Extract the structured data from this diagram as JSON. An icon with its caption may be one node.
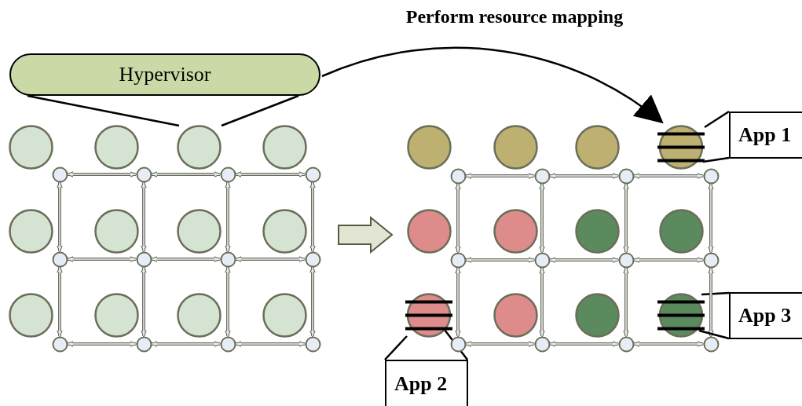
{
  "diagram": {
    "title": "Perform resource mapping",
    "nodes": [
      {
        "text": [
          "Hypervisor"
        ]
      },
      {
        "text": [],
        "shape": "circle"
      },
      {
        "text": [],
        "shape": "circle"
      },
      {
        "text": [],
        "shape": "circle"
      },
      {
        "text": [],
        "shape": "circle"
      },
      {
        "text": [],
        "shape": "circle"
      },
      {
        "text": [],
        "shape": "circle"
      },
      {
        "text": [],
        "shape": "circle"
      },
      {
        "text": [],
        "shape": "circle"
      },
      {
        "text": [],
        "shape": "circle"
      },
      {
        "text": [],
        "shape": "circle"
      },
      {
        "text": [],
        "shape": "circle"
      },
      {
        "text": [],
        "shape": "circle"
      },
      {
        "text": [],
        "shape": "circle"
      },
      {
        "text": [],
        "shape": "circle"
      },
      {
        "text": [],
        "shape": "circle"
      },
      {
        "text": [],
        "shape": "circle"
      },
      {
        "text": [],
        "shape": "circle"
      },
      {
        "text": [],
        "shape": "circle"
      },
      {
        "text": [],
        "shape": "circle"
      },
      {
        "text": [],
        "shape": "circle"
      },
      {
        "text": [],
        "shape": "circle"
      },
      {
        "text": [],
        "shape": "circle"
      },
      {
        "text": [],
        "shape": "circle"
      },
      {
        "text": [],
        "shape": "circle"
      },
      {
        "text": [],
        "shape": "circle"
      },
      {
        "text": [],
        "shape": "circle"
      },
      {
        "text": [],
        "shape": "circle"
      },
      {
        "text": [],
        "shape": "circle"
      },
      {
        "text": [],
        "shape": "circle"
      },
      {
        "text": [],
        "shape": "circle"
      },
      {
        "text": [],
        "shape": "circle"
      },
      {
        "text": [],
        "shape": "circle"
      },
      {
        "text": [],
        "shape": "circle"
      },
      {
        "text": [],
        "shape": "circle"
      },
      {
        "text": [],
        "shape": "circle"
      },
      {
        "text": [],
        "shape": "circle"
      },
      {
        "text": [],
        "shape": "circle"
      },
      {
        "text": [],
        "shape": "circle"
      },
      {
        "text": [],
        "shape": "circle"
      },
      {
        "text": [],
        "shape": "circle"
      },
      {
        "text": [],
        "shape": "circle"
      },
      {
        "text": [],
        "shape": "circle"
      },
      {
        "text": [],
        "shape": "circle"
      },
      {
        "text": [],
        "shape": "circle"
      },
      {
        "text": [],
        "shape": "circle"
      },
      {
        "text": [],
        "shape": "circle"
      },
      {
        "text": [],
        "shape": "circle"
      },
      {
        "text": [],
        "shape": "circle"
      },
      {
        "text": [
          "App 1"
        ]
      },
      {
        "text": [
          "App 2"
        ]
      },
      {
        "text": [
          "App 3"
        ]
      }
    ],
    "edges": [
      {
        "from": 0,
        "to": 3,
        "arrow": "none",
        "color": "#000000"
      },
      {
        "from": 0,
        "to": 28,
        "arrow": "to",
        "color": "#000000"
      },
      {
        "from": 49,
        "to": 28,
        "arrow": "none",
        "color": "#000000"
      },
      {
        "from": 50,
        "to": 33,
        "arrow": "none",
        "color": "#000000"
      },
      {
        "from": 51,
        "to": 36,
        "arrow": "none",
        "color": "#000000"
      },
      {
        "from": 13,
        "to": 14,
        "arrow": "both"
      },
      {
        "from": 14,
        "to": 15,
        "arrow": "both"
      },
      {
        "from": 15,
        "to": 16,
        "arrow": "both"
      },
      {
        "from": 17,
        "to": 18,
        "arrow": "both"
      },
      {
        "from": 18,
        "to": 19,
        "arrow": "both"
      },
      {
        "from": 19,
        "to": 20,
        "arrow": "both"
      },
      {
        "from": 21,
        "to": 22,
        "arrow": "both"
      },
      {
        "from": 22,
        "to": 23,
        "arrow": "both"
      },
      {
        "from": 23,
        "to": 24,
        "arrow": "both"
      },
      {
        "from": 13,
        "to": 17,
        "arrow": "both"
      },
      {
        "from": 14,
        "to": 18,
        "arrow": "both"
      },
      {
        "from": 15,
        "to": 19,
        "arrow": "both"
      },
      {
        "from": 16,
        "to": 20,
        "arrow": "both"
      },
      {
        "from": 17,
        "to": 21,
        "arrow": "both"
      },
      {
        "from": 18,
        "to": 22,
        "arrow": "both"
      },
      {
        "from": 19,
        "to": 23,
        "arrow": "both"
      },
      {
        "from": 20,
        "to": 24,
        "arrow": "both"
      },
      {
        "from": 37,
        "to": 38,
        "arrow": "both"
      },
      {
        "from": 38,
        "to": 39,
        "arrow": "both"
      },
      {
        "from": 39,
        "to": 40,
        "arrow": "both"
      },
      {
        "from": 41,
        "to": 42,
        "arrow": "both"
      },
      {
        "from": 42,
        "to": 43,
        "arrow": "both"
      },
      {
        "from": 43,
        "to": 44,
        "arrow": "both"
      },
      {
        "from": 45,
        "to": 46,
        "arrow": "both"
      },
      {
        "from": 46,
        "to": 47,
        "arrow": "both"
      },
      {
        "from": 47,
        "to": 48,
        "arrow": "both"
      },
      {
        "from": 37,
        "to": 41,
        "arrow": "both"
      },
      {
        "from": 38,
        "to": 42,
        "arrow": "both"
      },
      {
        "from": 39,
        "to": 43,
        "arrow": "both"
      },
      {
        "from": 40,
        "to": 44,
        "arrow": "both"
      },
      {
        "from": 41,
        "to": 45,
        "arrow": "both"
      },
      {
        "from": 42,
        "to": 46,
        "arrow": "both"
      },
      {
        "from": 43,
        "to": 47,
        "arrow": "both"
      },
      {
        "from": 44,
        "to": 48,
        "arrow": "both"
      },
      {
        "from": 0,
        "to": 3,
        "arrow": "none",
        "color": "#000000"
      },
      {
        "from": 49,
        "to": 28,
        "arrow": "none",
        "color": "#000000"
      },
      {
        "from": 50,
        "to": 33,
        "arrow": "none",
        "color": "#000000"
      },
      {
        "from": 51,
        "to": 36,
        "arrow": "none",
        "color": "#000000"
      }
    ]
  }
}
